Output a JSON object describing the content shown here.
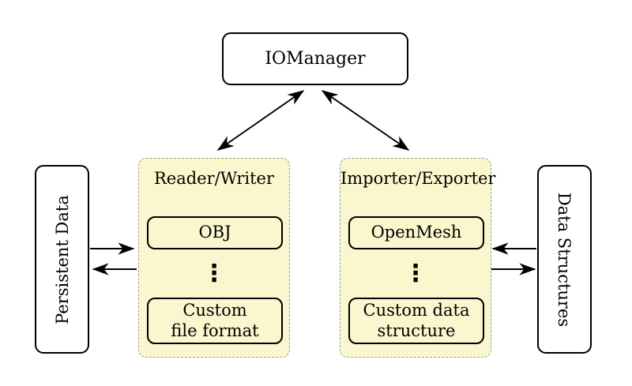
{
  "nodes": {
    "io_manager": {
      "label": "IOManager"
    },
    "persistent_data": {
      "label": "Persistent Data"
    },
    "data_structures": {
      "label": "Data Structures"
    },
    "reader_writer": {
      "title": "Reader/Writer",
      "items": [
        "OBJ",
        "Custom\nfile format"
      ],
      "ellipsis": "⋮"
    },
    "importer_exporter": {
      "title": "Importer/Exporter",
      "items": [
        "OpenMesh",
        "Custom data\nstructure"
      ],
      "ellipsis": "⋮"
    }
  },
  "edges": {
    "io_to_reader_writer": "bidirectional",
    "io_to_importer_exporter": "bidirectional",
    "persistent_to_reader": "right",
    "reader_to_persistent": "left",
    "datastruct_to_importer": "left",
    "importer_to_datastruct": "right"
  },
  "colors": {
    "background": "#ffffff",
    "group_fill": "#faf6ce",
    "group_border": "#9b9b9b",
    "node_border": "#000000",
    "arrow": "#000000"
  }
}
